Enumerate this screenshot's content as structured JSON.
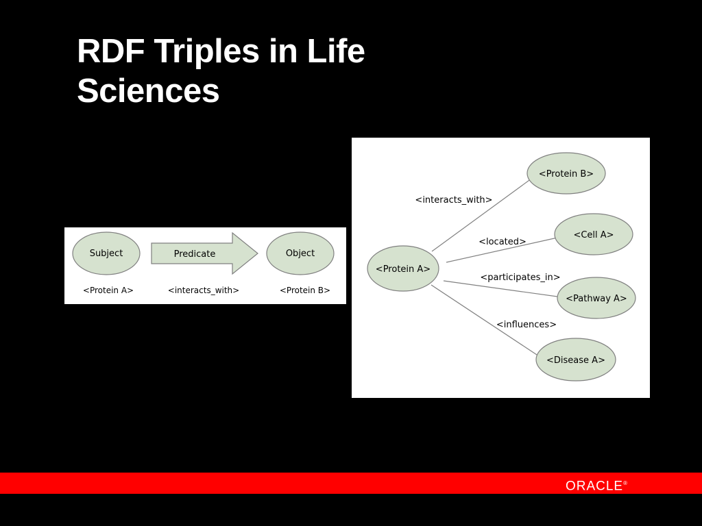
{
  "slide": {
    "title_line1": "RDF Triples in Life",
    "title_line2": "Sciences"
  },
  "triple_diagram": {
    "subject": "Subject",
    "predicate": "Predicate",
    "object": "Object",
    "subject_example": "<Protein A>",
    "predicate_example": "<interacts_with>",
    "object_example": "<Protein B>"
  },
  "graph_diagram": {
    "center": "<Protein A>",
    "edges": [
      {
        "label": "<interacts_with>",
        "target": "<Protein B>"
      },
      {
        "label": "<located>",
        "target": "<Cell A>"
      },
      {
        "label": "<participates_in>",
        "target": "<Pathway A>"
      },
      {
        "label": "<influences>",
        "target": "<Disease A>"
      }
    ]
  },
  "footer": {
    "logo_text": "ORACLE",
    "logo_mark": "®"
  },
  "colors": {
    "node_fill": "#d6e2cf",
    "node_stroke": "#7f7f7f",
    "footer_red": "#ff0000"
  }
}
